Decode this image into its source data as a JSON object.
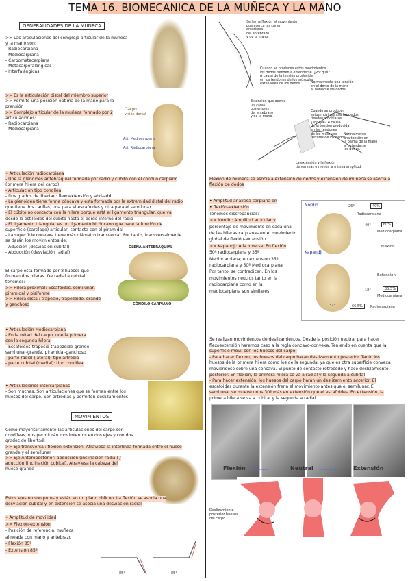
{
  "title": "TEMA 16. BIOMECANICA DE LA MUÑECA Y LA MANO",
  "left": {
    "h1": "GENERALIDADES DE LA MUÑECA",
    "p1": [
      ">> Las articulaciones del complejo articular de la muñeca",
      "y la mano son:",
      "-   Radiocarpiana",
      "-   Mediocarpiana",
      "-   Carpometacarpiana",
      "-   Metacarpofalángicas",
      "-   Interfalángicas"
    ],
    "p2": [
      ">> Es la articulación distal del miembro superior",
      ">> Permite una posición óptima de la mano para la",
      "prensión",
      ">> Complejo articular de la muñeca formado por 2",
      "articulaciones:",
      "-   Radiocarpiana",
      "-   Mediocarpiana"
    ],
    "carpo_label": "Carpo",
    "carpo_sub": "visión dorsal",
    "art_mc": "Art. Mediocarpiana",
    "art_rc": "Art. Radiocarpiana",
    "p3": [
      "•   Articulación radiocarpiana",
      "-   Une la glenoides antebraquial formada por radio y cúbito con el cóndilo carpiano",
      "(primera hilera del carpo)",
      "-   Articulación tipo condílea",
      "-   Dos grados de libertad: flexoextensión y abd-add",
      "-   La glenoidea tiene forma cóncava y está formada por la extremidad distal del radio",
      "que tiene dos carillas, una para el escafoides y otra para el semilunar",
      "-   El cúbito no contacta con la hilera porque está el ligamento triangular, que va",
      "desde la estiloides del cúbito hasta el borde inferno del radio",
      "-   El ligamento triangular es un ligamento bicóncavo que hace la función de",
      "superficie (cartílago) articular, contacta con el piramidal",
      "-   La superficie convexa tiene más diámetro transversal. Por tanto, transversalmente",
      "se darán los movimientos de:",
      "      - Aducción (desviación cubital)",
      "      - Abducción (desviación radial)"
    ],
    "glena_label": "GLENA ANTEBRAQUIAL",
    "condilo_label": "CÓNDILO CARPIANO",
    "p4": [
      "El carpo está formado por 8 huesos que",
      "forman dos hileras. De radial a cubital",
      "tenemos:",
      ">> Hilera proximal: Escafoides, semilunar,",
      "piramidal y pisiforme",
      ">> Hilera distal: trapecio, trapezoide, grande",
      "y ganchoso"
    ],
    "p5": [
      "•   Articulación Mediocarpiana",
      "-   En la mitad del carpo, une la primera",
      "con la segunda hilera",
      "-   Escafoides-trapecio-trapezoide-grande",
      "semilunar-grande, piramidal-ganchoso",
      "-   parte radial (lateral): tipo artrodia",
      "-   parte cubital (medial): tipo condílea"
    ],
    "p6": [
      "•   Articulaciones intercarpianas",
      "-   Son muchas. Son articulaciones que se forman entre los",
      "huesos del carpo. Son artrodias y permiten deslizamientos"
    ],
    "h2": "MOVIMIENTOS",
    "p7": [
      "Como mayoritariamente las articulaciones del carpo son",
      "condíleas, nos permitirán movimientos en dos ejes y con dos",
      "grados de libertad:",
      ">> Eje transversal: flexión-extensión. Atraviesa la interlínea formada entre el hueso",
      "grande y el semilunar",
      ">> Eje Anteroposterior: abducción (inclinación radial) /",
      "aducción (inclinación cubital). Atraviesa la cabeza del",
      "hueso grande"
    ],
    "p8": [
      "Estos ejes no son puros y están en un plano oblicuo. La flexión se asocia una",
      "desviación cubital y en extensión se asocia una desviación radial"
    ],
    "p9": [
      "•   Amplitud de movilidad",
      ">> Flexión-extensión",
      "-   Posición de referencia: muñeca",
      "alineada con mano y antebrazo",
      "-   Flexión 85º",
      "-   Extensión 85º"
    ],
    "deg1": "85°",
    "deg2": "85°"
  },
  "right": {
    "cap1": [
      "Se llama flexión al movimiento",
      "que acerca las caras",
      "anteriores",
      "del antebrazo",
      "y de la mano."
    ],
    "cap2": [
      "Cuando se producen estos movimientos,",
      "los dedos tienden a extenderse. ¿Por qué?",
      "A causa de la tensión producida",
      "en los tendones de los músculos",
      "extensores de los dedos."
    ],
    "cap3": [
      "Normalmente una tensión",
      "en el dorso de la mano",
      "al doblarse los dedos."
    ],
    "cap4": [
      "Extensión que acerca",
      "las caras",
      "posteriores",
      "del antebrazo",
      "y de la mano."
    ],
    "cap5": [
      "Cuando se producen",
      "estos movimientos los dedos",
      "tienden a doblarse.",
      "¿Por qué? A causa",
      "de la tensión producida",
      "en los tendones",
      "de los músculos",
      "flexores de los dedos."
    ],
    "cap6": [
      "Normalmente",
      "una tensión en",
      "la palma de la mano",
      "al extenderse",
      "los dedos."
    ],
    "cap7": [
      "La extensión y la flexión",
      "tienen más o menos la misma amplitud."
    ],
    "p1": [
      "Flexión de muñeca se asocia a extensión de dedos y extensión de muñeca se asocia a",
      "flexión de dedos"
    ],
    "p2": [
      "•   Amplitud analítica carpiana en",
      "•   flexión-extensión",
      "Tenemos discrepancias:",
      ">> Nordin: Amplitud articular y",
      "porcentaje de movimiento en cada una",
      "de las hileras carpianas en el movimiento",
      "global de flexión-extensión",
      ">> Kapandji: A la inversa. En flexión",
      "50º radiocarpiana y 35º",
      "Mediocarpiana; en extensión 35º",
      "radiocarpiana y 50º Mediocarpiana",
      "Por tanto, se contradicen. En los",
      "movimientos neutros tanto en la",
      "radiocarpiana como en la",
      "mediocarpiana son similares"
    ],
    "nordin": "Nordin",
    "kapandji": "Kapandji",
    "fig": {
      "a26": "26°",
      "p40": "40%",
      "radiocarpiana1": "Radiocarpiana",
      "a40": "40°",
      "p60": "60%",
      "mediocarpiana1": "Mediocarpiana",
      "flexion": "Flexion",
      "extension": "Extension",
      "a18": "18°",
      "p335": "33.5%",
      "mediocarpiana2": "Mediocarpiana",
      "a37": "37°",
      "p665": "66.5%",
      "radiocarpiana2": "Radiocarpiana"
    },
    "p3": [
      "Se realizan movimientos de deslizamientos. Desde la posición neutra, para hacer",
      "flexoextensión haremos caso a la regla cóncavo-convexa. Teniendo en cuenta que la",
      "superficie móvil son los huesos del carpo:",
      "-   Para hacer flexión, los huesos del carpo harán deslizamiento posterior. Tanto los",
      "huesos de la primera hilera como los de la segunda, ya que es otra superficie convexa",
      "moviéndose sobre una cóncava. El punto de contacto retrocede y hace deslizamiento",
      "posterior. En flexión, la primera hilera se va a radial y la segunda a cubital",
      "-   Para hacer extensión, los huesos del carpo harán un deslizamiento anterior. El",
      "escafoides durante la extensión frena el movimiento antes que el semilunar. El",
      "semilunar se mueve unos 30º más en extensión que el escafoides. En extensión, la",
      "primera hilera se va a cubital y la segunda a radial"
    ],
    "flexion_lbl": "Flexión",
    "neutral_lbl": "Neutral",
    "extension_lbl": "Extensión",
    "desl_lbl": [
      "Deslizamiento",
      "posterior huesos",
      "del carpo"
    ]
  }
}
